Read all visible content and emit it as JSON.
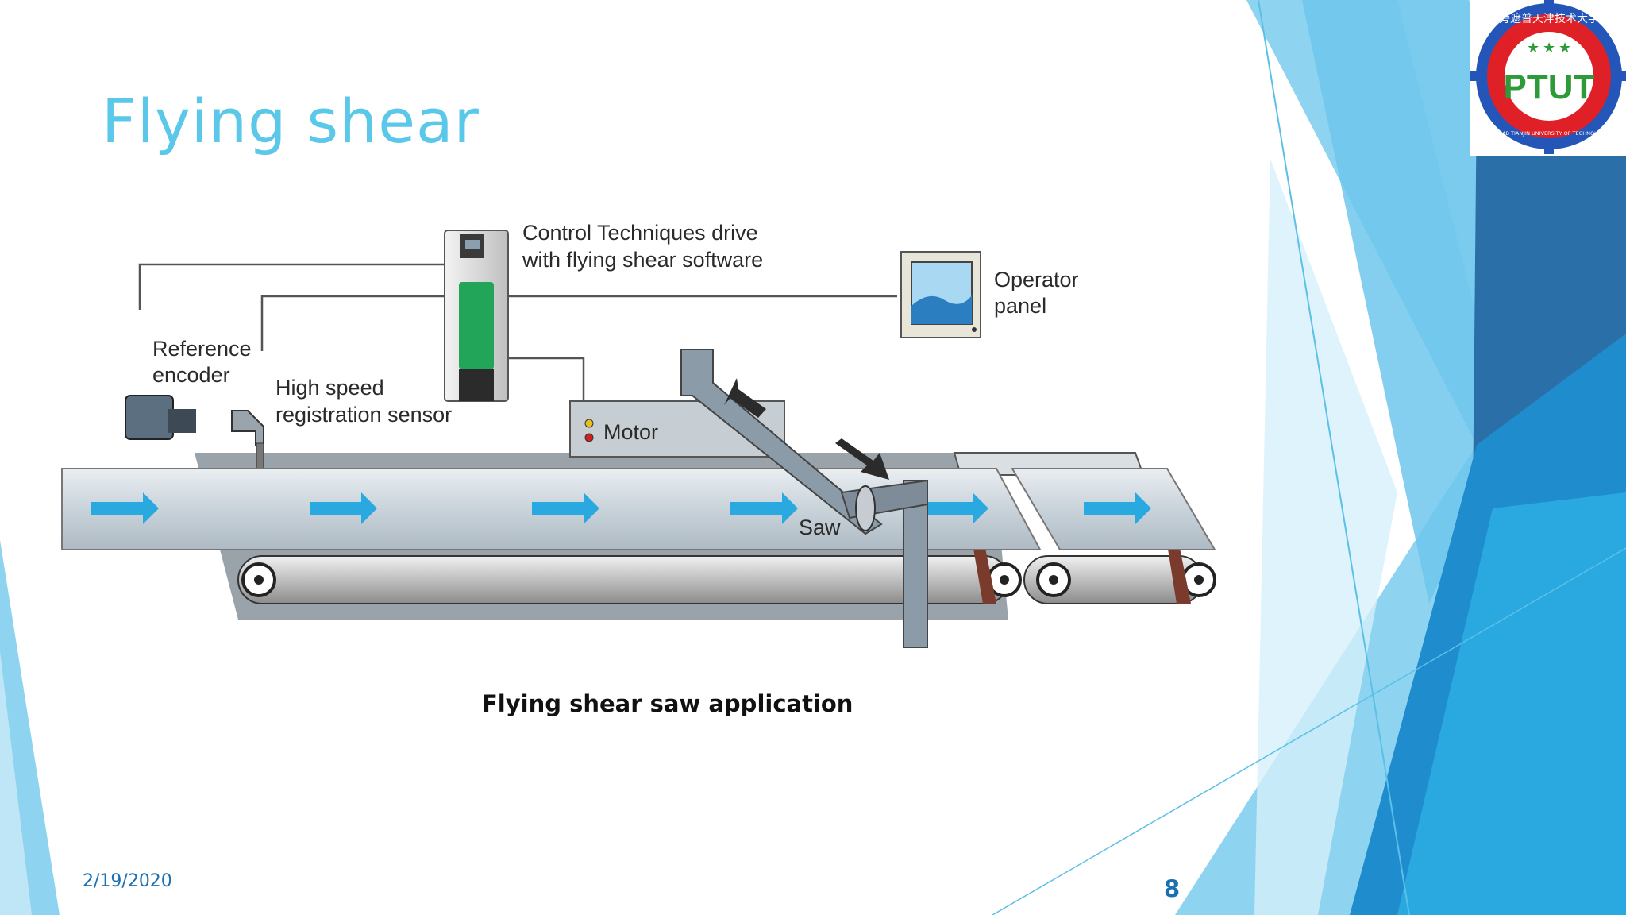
{
  "slide": {
    "title": "Flying shear",
    "caption": "Flying shear saw application",
    "date": "2/19/2020",
    "page_number": "8"
  },
  "diagram": {
    "labels": {
      "drive_line1": "Control Techniques drive",
      "drive_line2": "with flying shear software",
      "operator_line1": "Operator",
      "operator_line2": "panel",
      "encoder_line1": "Reference",
      "encoder_line2": "encoder",
      "sensor_line1": "High speed",
      "sensor_line2": "registration sensor",
      "motor": "Motor",
      "saw": "Saw"
    }
  },
  "logo": {
    "text": "PTUT",
    "chinese_text": "旁遮普天津技术大学",
    "ring_text": "PUNJAB TIANJIN UNIVERSITY OF TECHNOLOGY"
  },
  "colors": {
    "title": "#5bc8ea",
    "accent_blue": "#1a70b0",
    "arrow_blue": "#29a9e0",
    "logo_red": "#e02027",
    "logo_green": "#2e9b3a",
    "logo_gear": "#2356b8"
  }
}
